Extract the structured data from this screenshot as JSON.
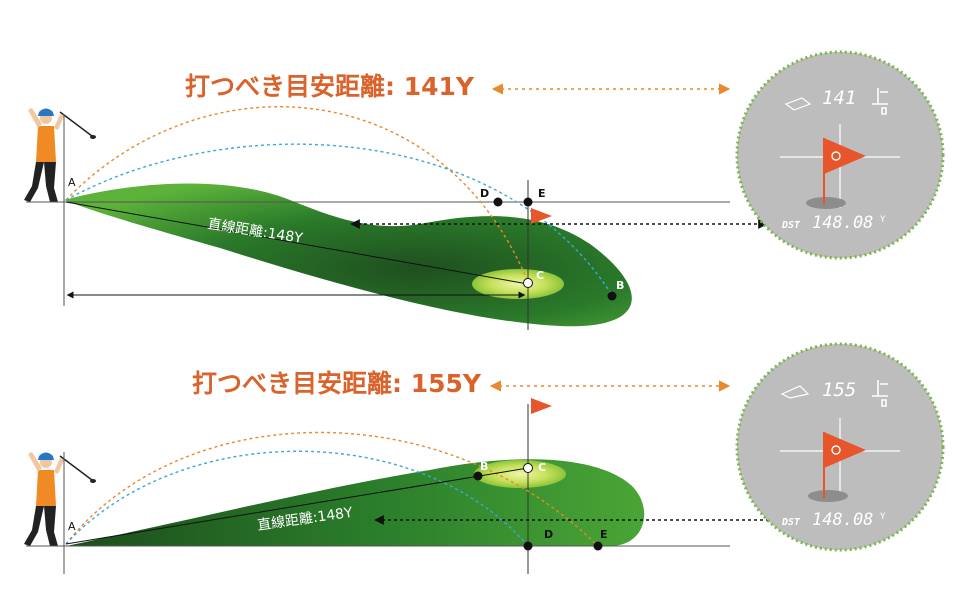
{
  "top": {
    "headline": "打つべき目安距離: 141Y",
    "straight_label": "直線距離:148Y",
    "points": {
      "a": "A",
      "b": "B",
      "c": "C",
      "d": "D",
      "e": "E"
    },
    "display": {
      "target": "141",
      "dst": "DST",
      "distance": "148.08",
      "unit": "Y"
    }
  },
  "bottom": {
    "headline": "打つべき目安距離: 155Y",
    "straight_label": "直線距離:148Y",
    "points": {
      "a": "A",
      "b": "B",
      "c": "C",
      "d": "D",
      "e": "E"
    },
    "display": {
      "target": "155",
      "dst": "DST",
      "distance": "148.08",
      "unit": "Y"
    }
  },
  "colors": {
    "headline": "#d9632a",
    "arrow_orange": "#e8892b",
    "arc_blue": "#3aa7d8",
    "green_dark": "#1e5e1e",
    "green_light": "#5fb63c",
    "flag": "#e8552a",
    "lens_bg": "#bdbdbd",
    "lens_ring": "#7ab648"
  }
}
